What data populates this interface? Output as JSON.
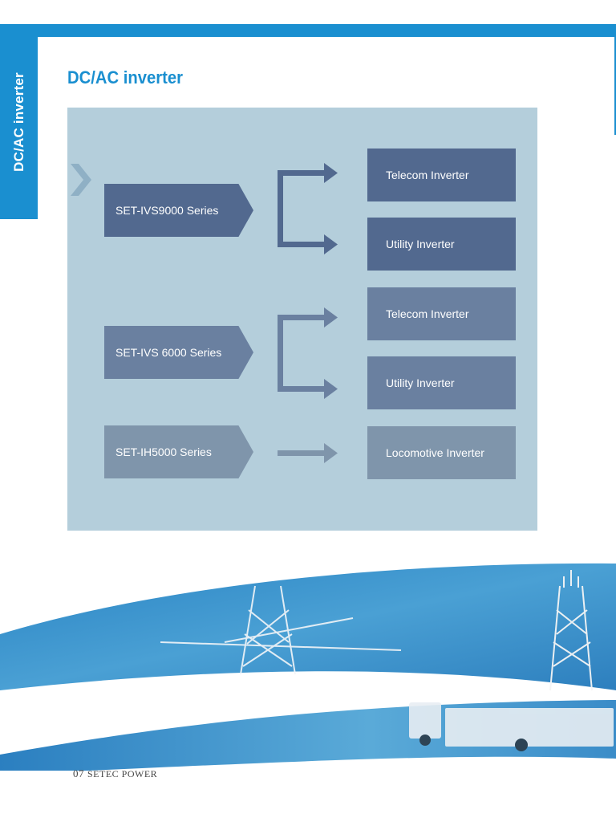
{
  "side_tab": {
    "label": "DC/AC inverter"
  },
  "header": {
    "title": "DC/AC inverter"
  },
  "diagram": {
    "sources": [
      {
        "label": "SET-IVS9000 Series"
      },
      {
        "label": "SET-IVS 6000 Series"
      },
      {
        "label": "SET-IH5000 Series"
      }
    ],
    "targets": [
      {
        "label": "Telecom Inverter"
      },
      {
        "label": "Utility Inverter"
      },
      {
        "label": "Telecom Inverter"
      },
      {
        "label": "Utility Inverter"
      },
      {
        "label": "Locomotive Inverter"
      }
    ]
  },
  "colors": {
    "accent": "#1a8fd0",
    "panel": "#b4cedb",
    "box_dark": "#52698f",
    "box_mid": "#6a80a0",
    "box_light": "#7f95ab"
  },
  "footer": {
    "page_number": "07",
    "brand": "SETEC POWER"
  }
}
